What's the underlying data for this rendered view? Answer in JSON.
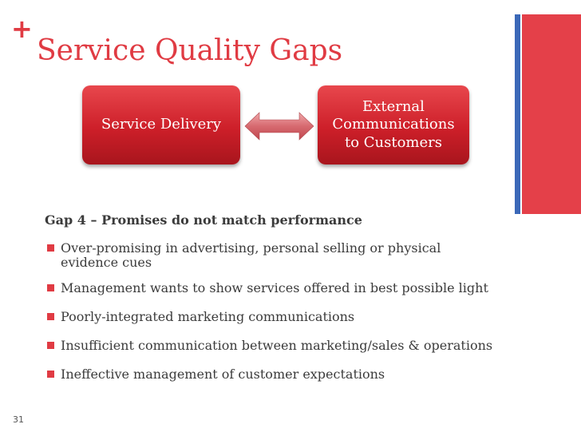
{
  "slide": {
    "plus": "+",
    "title": "Service Quality Gaps",
    "number": "31"
  },
  "diagram": {
    "left_box": [
      "Service Delivery"
    ],
    "right_box": [
      "External",
      "Communications",
      "to Customers"
    ],
    "arrow_icon": "double-headed-arrow-icon"
  },
  "content": {
    "heading": "Gap 4 – Promises do not match performance",
    "bullets": [
      [
        "Over-promising in advertising, personal selling or physical",
        "evidence cues"
      ],
      [
        "Management wants to show services offered in best possible light"
      ],
      [
        "Poorly-integrated marketing communications"
      ],
      [
        "Insufficient communication between marketing/sales & operations"
      ],
      [
        "Ineffective management of customer expectations"
      ]
    ]
  },
  "colors": {
    "accent_red": "#e03b43",
    "bar_blue": "#3b68b8",
    "bar_red": "#e44049",
    "text": "#3b3b3b"
  }
}
